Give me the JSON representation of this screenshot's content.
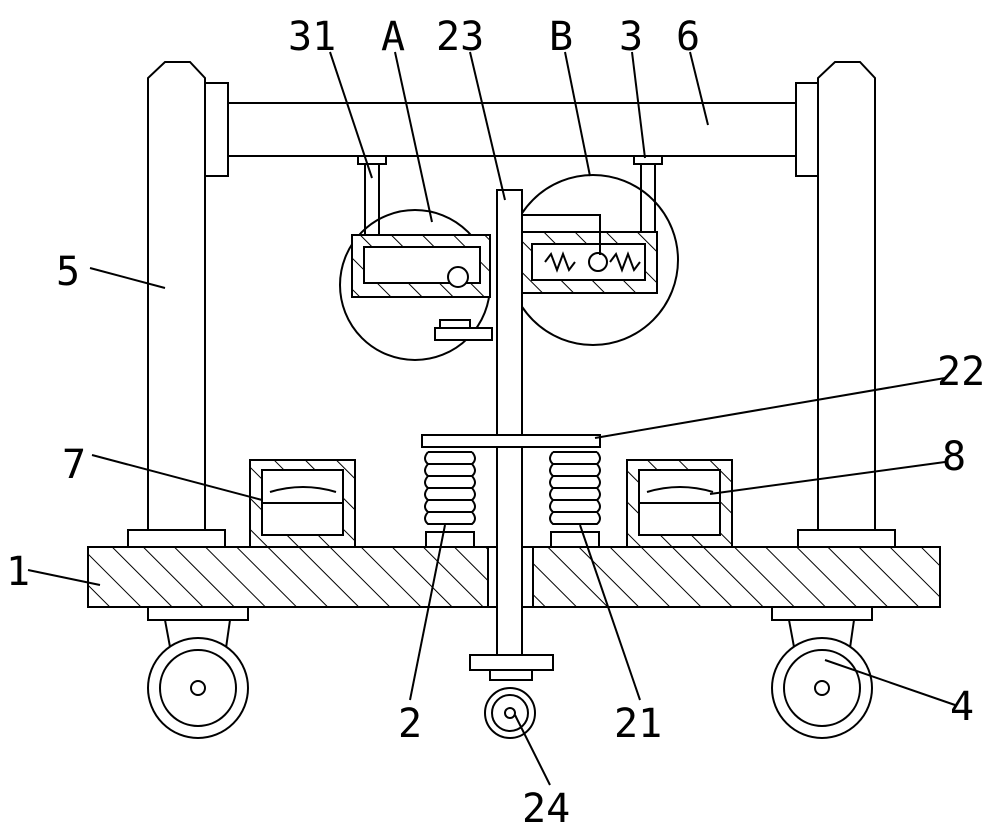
{
  "figure": {
    "labels": {
      "l31": "31",
      "lA": "A",
      "l23": "23",
      "lB": "B",
      "l3": "3",
      "l6": "6",
      "l5": "5",
      "l22": "22",
      "l7": "7",
      "l8": "8",
      "l1": "1",
      "l2": "2",
      "l21": "21",
      "l4": "4",
      "l24": "24"
    }
  }
}
